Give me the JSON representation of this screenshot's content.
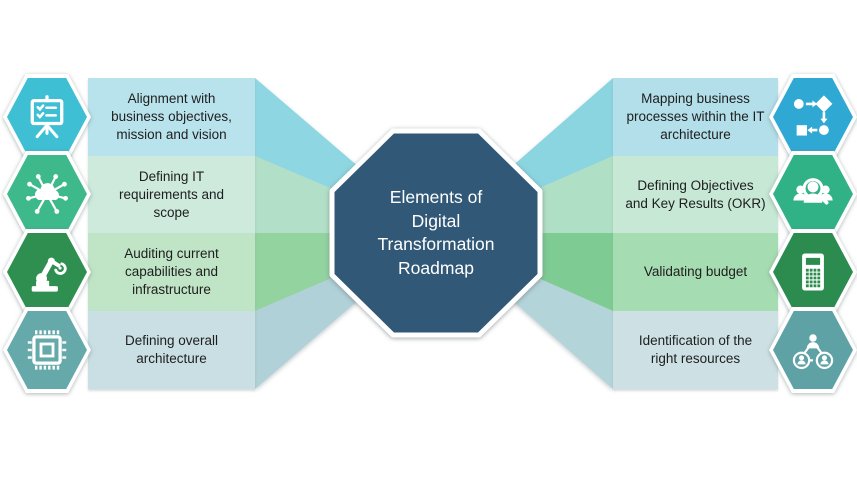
{
  "center_octagon": {
    "label": "Elements of\nDigital\nTransformation\nRoadmap",
    "fill": "#315877"
  },
  "left_items": [
    {
      "label": "Alignment with\nbusiness objectives,\nmission and vision",
      "icon": "presentation-board-icon",
      "hex_color": "#3ebfd3",
      "band_color": "#b9e3ec",
      "funnel_color": "#8ed7e2"
    },
    {
      "label": "Defining IT\nrequirements and\nscope",
      "icon": "cloud-network-icon",
      "hex_color": "#3eb98c",
      "band_color": "#cdeadd",
      "funnel_color": "#b2dfc7"
    },
    {
      "label": "Auditing current\ncapabilities and\ninfrastructure",
      "icon": "robot-arm-icon",
      "hex_color": "#2f8f51",
      "band_color": "#bfe5c6",
      "funnel_color": "#92d3a0"
    },
    {
      "label": "Defining overall\narchitecture",
      "icon": "cpu-chip-icon",
      "hex_color": "#65a9ab",
      "band_color": "#c9dfe3",
      "funnel_color": "#afd1d7"
    }
  ],
  "right_items": [
    {
      "label": "Mapping business\nprocesses within the IT\narchitecture",
      "icon": "flowchart-icon",
      "hex_color": "#2fa9d3",
      "band_color": "#b2dfe9",
      "funnel_color": "#8bd5e1"
    },
    {
      "label": "Defining Objectives\nand Key Results (OKR)",
      "icon": "people-search-icon",
      "hex_color": "#30b286",
      "band_color": "#c6e8d4",
      "funnel_color": "#afdfc4"
    },
    {
      "label": "Validating budget",
      "icon": "calculator-icon",
      "hex_color": "#2c8b4e",
      "band_color": "#a6dcb1",
      "funnel_color": "#7ecb93"
    },
    {
      "label": "Identification of the\nright resources",
      "icon": "people-network-icon",
      "hex_color": "#5fa2a5",
      "band_color": "#cde1e4",
      "funnel_color": "#b3d4d9"
    }
  ]
}
